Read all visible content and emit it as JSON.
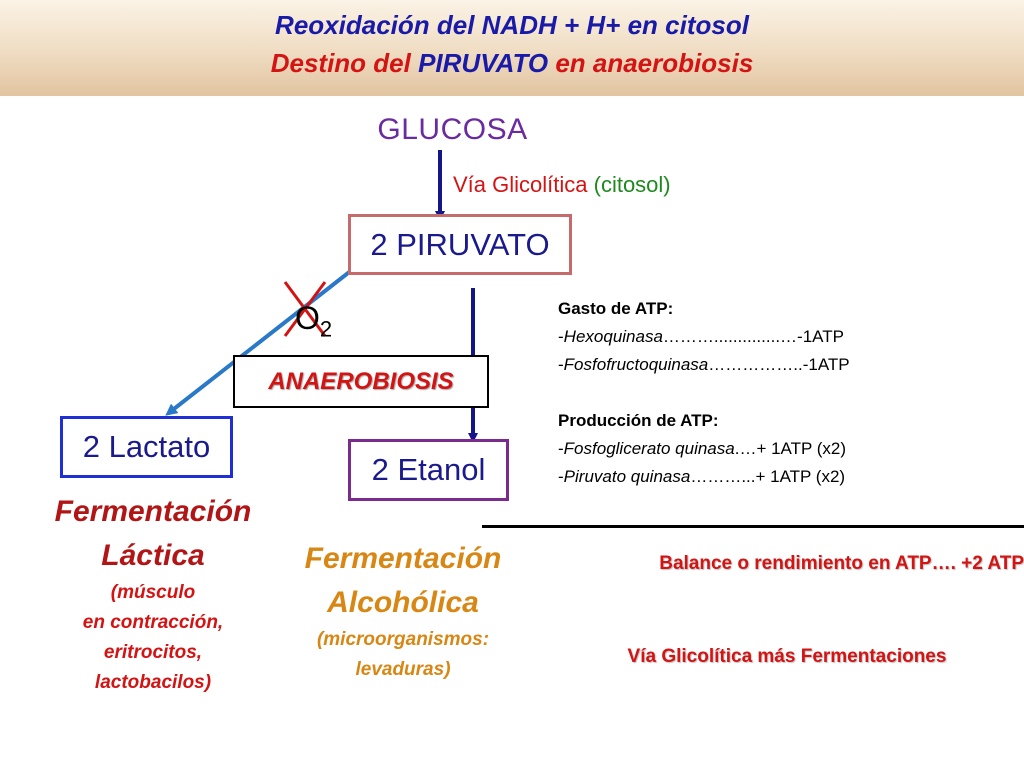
{
  "header": {
    "title_line1": "Reoxidación del NADH + H+  en citosol",
    "title_line2_part1": "Destino del ",
    "title_line2_part2": "PIRUVATO",
    "title_line2_part3": " en anaerobiosis"
  },
  "diagram": {
    "glucosa": "GLUCOSA",
    "via_glicolitica": "Vía Glicolítica",
    "via_glicolitica_loc": "(citosol)",
    "piruvato": "2 PIRUVATO",
    "o2": "O",
    "o2_sub": "2",
    "anaerobiosis": "ANAEROBIOSIS",
    "lactato": "2 Lactato",
    "etanol": "2 Etanol"
  },
  "fermentacion_lactica": {
    "line1": "Fermentación",
    "line2": "Láctica",
    "detail1": "(músculo",
    "detail2": "en contracción,",
    "detail3": "eritrocitos,",
    "detail4": "lactobacilos)"
  },
  "fermentacion_alcoholica": {
    "line1": "Fermentación",
    "line2": "Alcohólica",
    "detail1": "(microorganismos:",
    "detail2": "levaduras)"
  },
  "atp": {
    "gasto_head": "Gasto de ATP:",
    "gasto": [
      {
        "prefix": "- ",
        "name": "Hexoquinasa",
        "dots": "………..............… ",
        "value": "-1ATP"
      },
      {
        "prefix": "- ",
        "name": "Fosfofructoquinasa",
        "dots": "……………..  ",
        "value": "-1ATP"
      }
    ],
    "produccion_head": "Producción de ATP:",
    "produccion": [
      {
        "prefix": "- ",
        "name": "Fosfoglicerato quinasa",
        "dots": " .… ",
        "value": "+ 1ATP (x2)"
      },
      {
        "prefix": "- ",
        "name": "Piruvato quinasa",
        "dots": " ………... ",
        "value": "+ 1ATP (x2)"
      }
    ],
    "balance": "Balance o rendimiento en ATP…. +2 ATP",
    "footer": "Vía Glicolítica  más Fermentaciones"
  },
  "colors": {
    "blue_title": "#1a1aa8",
    "red_title": "#d41313",
    "glucosa": "#6a2aa0",
    "arrow_navy": "#15158a",
    "arrow_lactate": "#2a78c8",
    "cross": "#d41313",
    "alcoholica": "#d88714"
  }
}
